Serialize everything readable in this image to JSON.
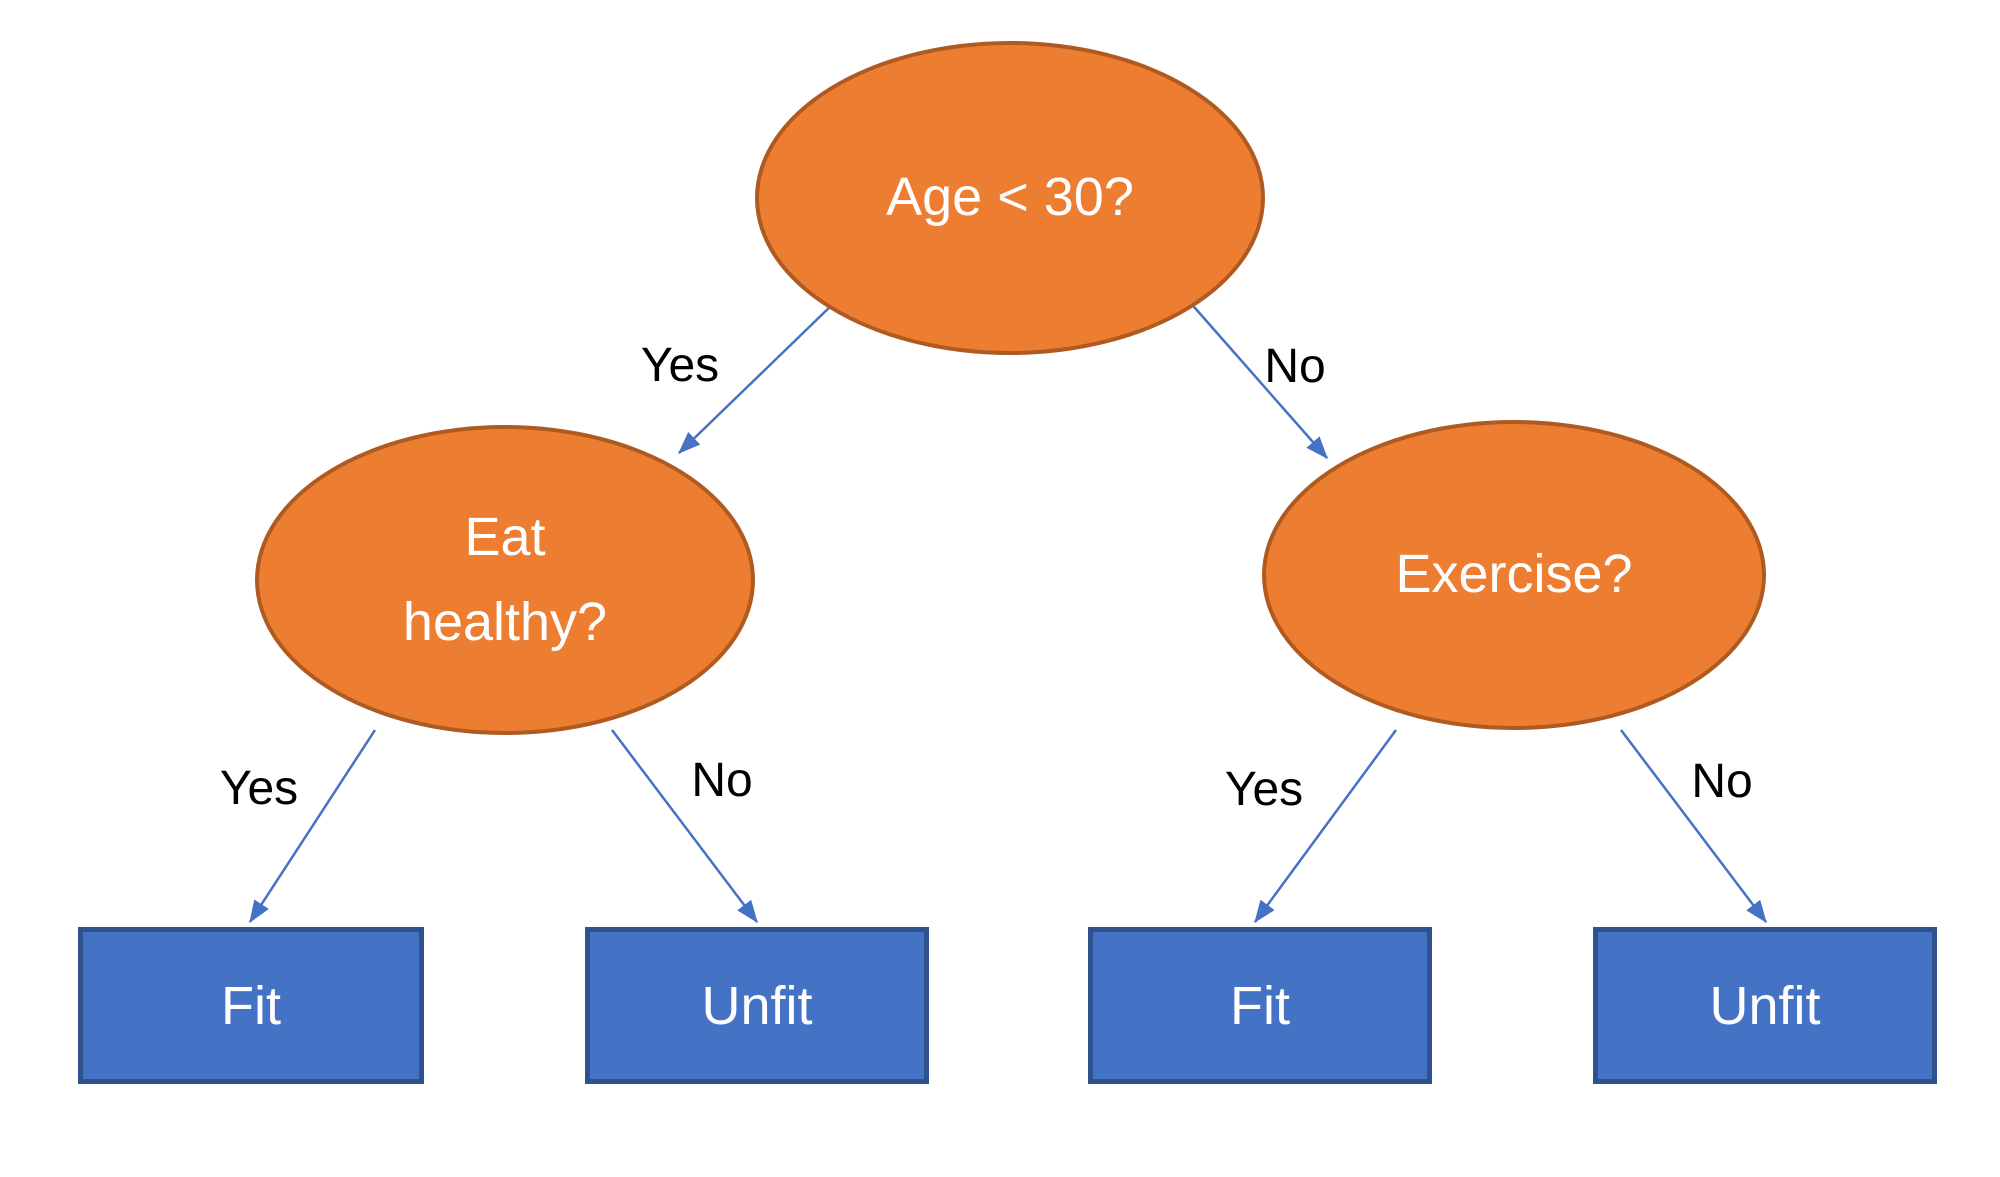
{
  "diagram": {
    "type": "decision-tree",
    "nodes": [
      {
        "id": "age",
        "label": "Age < 30?",
        "shape": "ellipse",
        "fill": "#ED7D31"
      },
      {
        "id": "eat-healthy",
        "label": "Eat healthy?",
        "shape": "ellipse",
        "fill": "#ED7D31"
      },
      {
        "id": "exercise",
        "label": "Exercise?",
        "shape": "ellipse",
        "fill": "#ED7D31"
      },
      {
        "id": "fit-left",
        "label": "Fit",
        "shape": "rect",
        "fill": "#4472C4"
      },
      {
        "id": "unfit-left",
        "label": "Unfit",
        "shape": "rect",
        "fill": "#4472C4"
      },
      {
        "id": "fit-right",
        "label": "Fit",
        "shape": "rect",
        "fill": "#4472C4"
      },
      {
        "id": "unfit-right",
        "label": "Unfit",
        "shape": "rect",
        "fill": "#4472C4"
      }
    ],
    "edges": [
      {
        "from": "age",
        "to": "eat-healthy",
        "label": "Yes"
      },
      {
        "from": "age",
        "to": "exercise",
        "label": "No"
      },
      {
        "from": "eat-healthy",
        "to": "fit-left",
        "label": "Yes"
      },
      {
        "from": "eat-healthy",
        "to": "unfit-left",
        "label": "No"
      },
      {
        "from": "exercise",
        "to": "fit-right",
        "label": "Yes"
      },
      {
        "from": "exercise",
        "to": "unfit-right",
        "label": "No"
      }
    ],
    "colors": {
      "ellipse_fill": "#ED7D31",
      "ellipse_border": "#AE5A21",
      "box_fill": "#4472C4",
      "box_border": "#2F528F",
      "arrow": "#4472C4",
      "edge_label_text": "#000000",
      "node_text": "#FFFFFF",
      "background": "#FFFFFF"
    }
  }
}
